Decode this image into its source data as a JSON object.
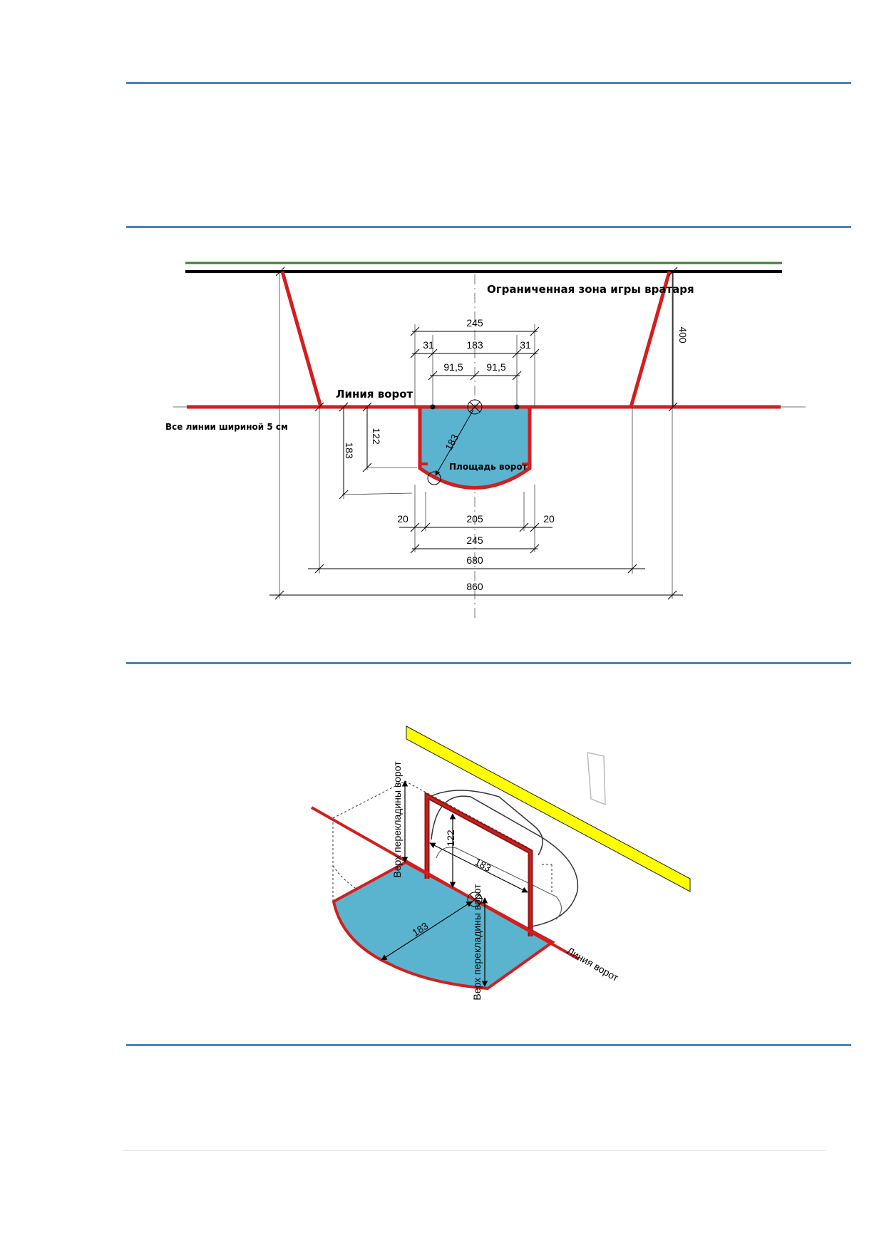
{
  "colors": {
    "rule": "#4f81bd",
    "red_line": "#d21e1e",
    "crease": "#5ab4cf",
    "green_line": "#3e7d3a",
    "yellow_line": "#ffff00"
  },
  "diagram1": {
    "restricted_zone_label": "Ограниченная зона игры вратаря",
    "goal_line_label": "Линия ворот",
    "line_width_note": "Все линии шириной 5 см",
    "crease_label": "Площадь ворот",
    "dims": {
      "d245_top": "245",
      "d31_left": "31",
      "d183_top": "183",
      "d31_right": "31",
      "d91_left": "91,5",
      "d91_right": "91,5",
      "d400": "400",
      "d122": "122",
      "d183_left": "183",
      "d183_diag": "183",
      "d20_left": "20",
      "d205": "205",
      "d20_right": "20",
      "d245_bottom": "245",
      "d680": "680",
      "d860": "860"
    }
  },
  "diagram2": {
    "crossbar_label_1": "Верх перекладины ворот",
    "crossbar_label_2": "Верх перекладины ворот",
    "d122": "122",
    "d183_goal": "183",
    "d183_crease": "183",
    "goal_line_label": "Линия ворот"
  }
}
